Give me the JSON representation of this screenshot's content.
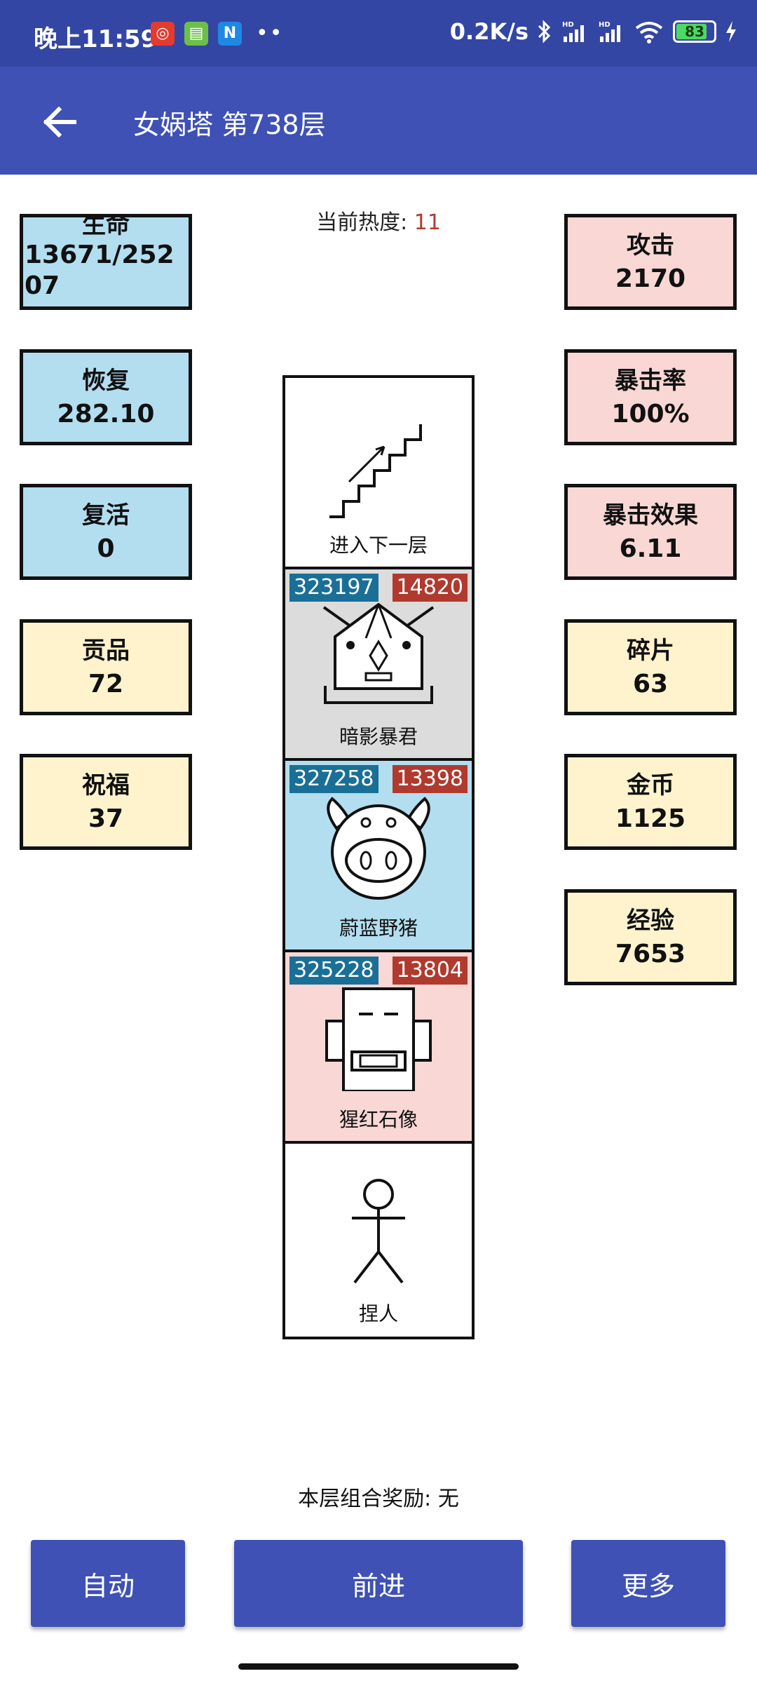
{
  "status_bar": {
    "time": "晚上11:59",
    "net_speed": "0.2K/s",
    "battery": "83",
    "battery_level": 0.83,
    "apps": [
      {
        "glyph": "◎",
        "color": "#e33b2e"
      },
      {
        "glyph": "▤",
        "color": "#6cc04a"
      },
      {
        "glyph": "N",
        "color": "#1e88e5"
      }
    ],
    "more": "••"
  },
  "app_bar": {
    "title": "女娲塔 第738层"
  },
  "heat": {
    "label": "当前热度: ",
    "value": "11"
  },
  "left_stats": [
    {
      "label": "生命",
      "value": "13671/25207"
    },
    {
      "label": "恢复",
      "value": "282.10"
    },
    {
      "label": "复活",
      "value": "0"
    },
    {
      "label": "贡品",
      "value": "72"
    },
    {
      "label": "祝福",
      "value": "37"
    }
  ],
  "right_stats": [
    {
      "label": "攻击",
      "value": "2170"
    },
    {
      "label": "暴击率",
      "value": "100%"
    },
    {
      "label": "暴击效果",
      "value": "6.11"
    },
    {
      "label": "碎片",
      "value": "63"
    },
    {
      "label": "金币",
      "value": "1125"
    },
    {
      "label": "经验",
      "value": "7653"
    }
  ],
  "tower": {
    "floors": [
      {
        "name": "进入下一层",
        "kind": "stairs"
      },
      {
        "name": "暗影暴君",
        "kind": "monster",
        "hp": "323197",
        "atk": "14820",
        "bg": "#dcdcdc"
      },
      {
        "name": "蔚蓝野猪",
        "kind": "monster",
        "hp": "327258",
        "atk": "13398",
        "bg": "#b3def0"
      },
      {
        "name": "猩红石像",
        "kind": "monster",
        "hp": "325228",
        "atk": "13804",
        "bg": "#f8d7d5"
      },
      {
        "name": "捏人",
        "kind": "player"
      }
    ]
  },
  "reward": {
    "text": "本层组合奖励: 无"
  },
  "buttons": {
    "auto": "自动",
    "forward": "前进",
    "more": "更多"
  }
}
